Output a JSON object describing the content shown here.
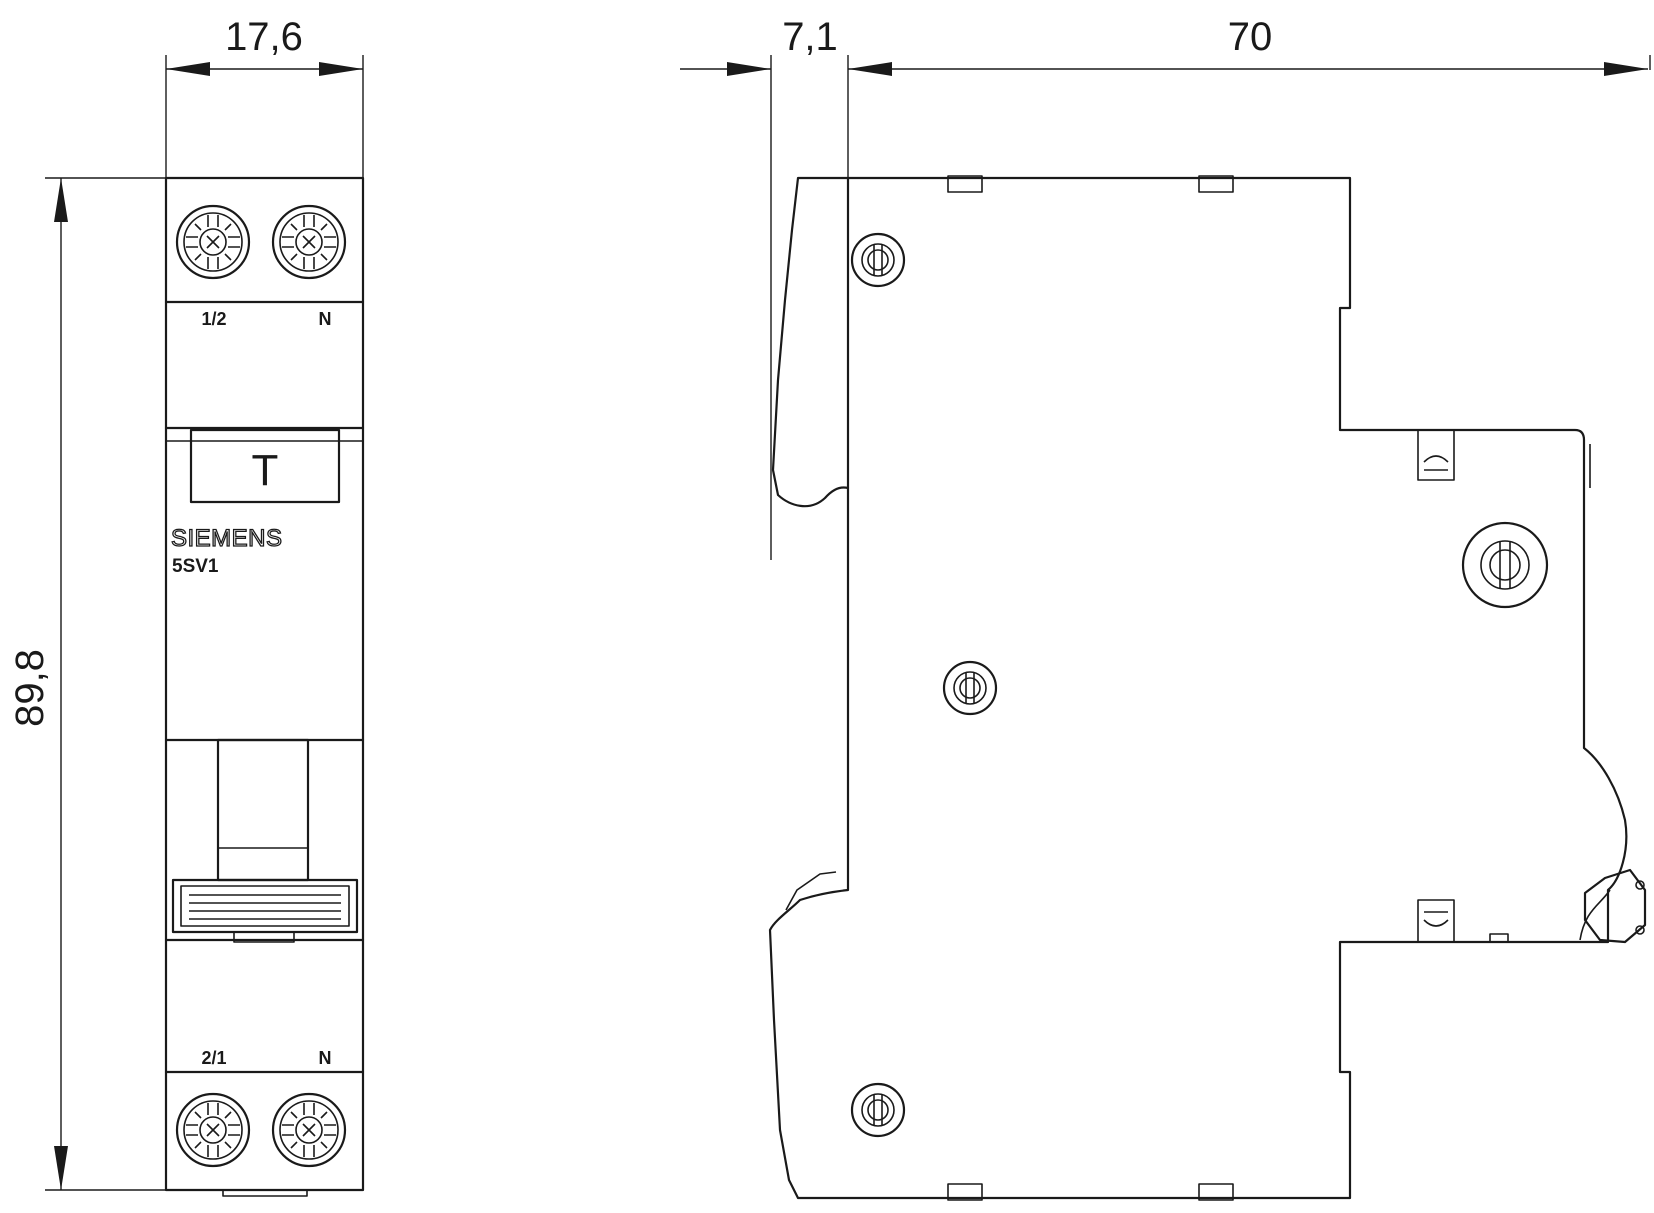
{
  "dimensions": {
    "front_width": "17,6",
    "height": "89,8",
    "side_offset": "7,1",
    "depth": "70"
  },
  "front_view": {
    "top_terminal_labels": [
      "1/2",
      "N"
    ],
    "bottom_terminal_labels": [
      "2/1",
      "N"
    ],
    "test_button_label": "T",
    "brand": "SIEMENS",
    "model": "5SV1"
  }
}
